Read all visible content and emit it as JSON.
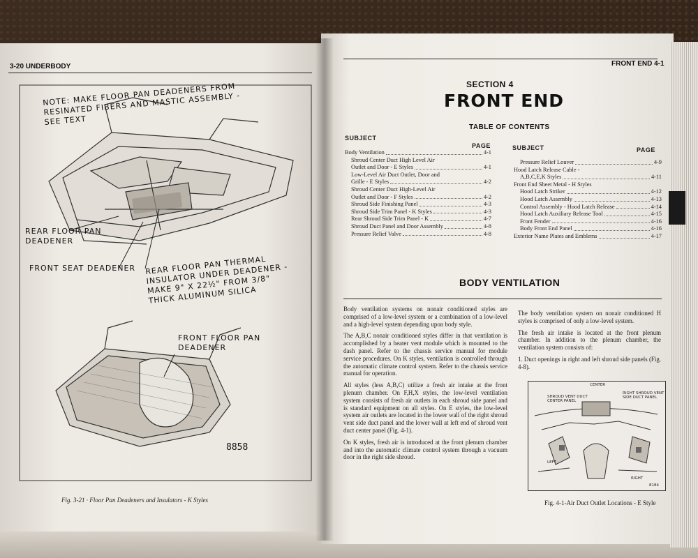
{
  "left_page": {
    "header": "3-20 UNDERBODY",
    "note": "NOTE: MAKE FLOOR PAN DEADENERS FROM RESINATED FIBERS AND MASTIC ASSEMBLY - SEE TEXT",
    "callouts": {
      "rear_floor_pan_deadener": "REAR FLOOR PAN DEADENER",
      "front_seat_deadener": "FRONT SEAT DEADENER",
      "rear_thermal": "REAR FLOOR PAN THERMAL INSULATOR UNDER DEADENER - MAKE 9\" x 22½\" FROM 3/8\" THICK ALUMINUM SILICA",
      "front_floor_pan_deadener": "FRONT FLOOR PAN DEADENER"
    },
    "figure_number": "8858",
    "caption": "Fig. 3-21 · Floor Pan Deadeners and Insulators - K Styles"
  },
  "right_page": {
    "header": "FRONT END 4-1",
    "section_label": "SECTION 4",
    "section_title": "FRONT END",
    "toc_title": "TABLE OF CONTENTS",
    "toc_subject": "SUBJECT",
    "toc_page": "PAGE",
    "toc_left": [
      {
        "t": "Body Ventilation",
        "p": "4-1",
        "indent": false
      },
      {
        "t": "Shroud Center Duct High Level Air",
        "p": "",
        "indent": true
      },
      {
        "t": "Outlet and Door - E Styles",
        "p": "4-1",
        "indent": true
      },
      {
        "t": "Low-Level Air Duct Outlet, Door and",
        "p": "",
        "indent": true
      },
      {
        "t": "Grille - E Styles",
        "p": "4-2",
        "indent": true
      },
      {
        "t": "Shroud Center Duct High-Level Air",
        "p": "",
        "indent": true
      },
      {
        "t": "Outlet and Door - F Styles",
        "p": "4-2",
        "indent": true
      },
      {
        "t": "Shroud Side Finishing Panel",
        "p": "4-3",
        "indent": true
      },
      {
        "t": "Shroud Side Trim Panel - K Styles",
        "p": "4-3",
        "indent": true
      },
      {
        "t": "Rear Shroud Side Trim Panel - K",
        "p": "4-7",
        "indent": true
      },
      {
        "t": "Shroud Duct Panel and Door Assembly",
        "p": "4-8",
        "indent": true
      },
      {
        "t": "Pressure Relief Valve",
        "p": "4-8",
        "indent": true
      }
    ],
    "toc_right": [
      {
        "t": "Pressure Relief Louver",
        "p": "4-9",
        "indent": true
      },
      {
        "t": "Hood Latch Release Cable -",
        "p": "",
        "indent": false
      },
      {
        "t": "A,B,C,E,K Styles",
        "p": "4-11",
        "indent": true
      },
      {
        "t": "Front End Sheet Metal - H Styles",
        "p": "",
        "indent": false
      },
      {
        "t": "Hood Latch Striker",
        "p": "4-12",
        "indent": true
      },
      {
        "t": "Hood Latch Assembly",
        "p": "4-13",
        "indent": true
      },
      {
        "t": "Control Assembly - Hood Latch Release",
        "p": "4-14",
        "indent": true
      },
      {
        "t": "Hood Latch Auxiliary Release Tool",
        "p": "4-15",
        "indent": true
      },
      {
        "t": "Front Fender",
        "p": "4-16",
        "indent": true
      },
      {
        "t": "Body Front End Panel",
        "p": "4-16",
        "indent": true
      },
      {
        "t": "Exterior Name Plates and Emblems",
        "p": "4-17",
        "indent": false
      }
    ],
    "body_heading": "BODY VENTILATION",
    "col1": [
      "Body ventilation systems on nonair conditioned styles are comprised of a low-level system or a combination of a low-level and a high-level system depending upon body style.",
      "The A,B,C nonair conditioned styles differ in that ventilation is accomplished by a heater vent module which is mounted to the dash panel. Refer to the chassis service manual for module service procedures. On K styles, ventilation is controlled through the automatic climate control system. Refer to the chassis service manual for operation.",
      "All styles (less A,B,C) utilize a fresh air intake at the front plenum chamber. On F,H,X styles, the low-level ventilation system consists of fresh air outlets in each shroud side panel and is standard equipment on all styles. On E styles, the low-level system air outlets are located in the lower wall of the right shroud vent side duct panel and the lower wall at left end of shroud vent duct center panel (Fig. 4-1).",
      "On K styles, fresh air is introduced at the front plenum chamber and into the automatic climate control system through a vacuum door in the right side shroud."
    ],
    "col2": [
      "The body ventilation system on nonair conditioned H styles is comprised of only a low-level system.",
      "The fresh air intake is located at the front plenum chamber. In addition to the plenum chamber, the ventilation system consists of:",
      "1. Duct openings in right and left shroud side panels (Fig. 4-8)."
    ],
    "figure_labels": {
      "center": "CENTER",
      "right_vent": "RIGHT SHROUD VENT SIDE DUCT PANEL",
      "center_vent": "SHROUD VENT DUCT CENTER PANEL",
      "left": "LEFT",
      "right": "RIGHT",
      "num": "8184"
    },
    "figure_caption": "Fig. 4-1-Air Duct Outlet Locations - E Style"
  }
}
